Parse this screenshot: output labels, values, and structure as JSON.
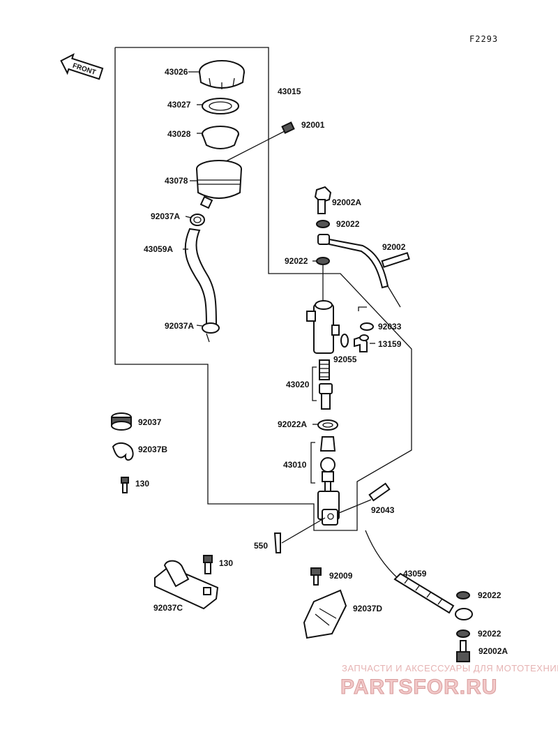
{
  "diagram_code": "F2293",
  "front_arrow": "FRONT",
  "labels": {
    "p43026": "43026",
    "p43015": "43015",
    "p43027": "43027",
    "p43028": "43028",
    "p92001": "92001",
    "p43078": "43078",
    "p92037A_top": "92037A",
    "p43059A": "43059A",
    "p92037A_bot": "92037A",
    "p92002A_top": "92002A",
    "p92022_a": "92022",
    "p92002": "92002",
    "p92022_b": "92022",
    "p92033": "92033",
    "p13159": "13159",
    "p92055": "92055",
    "p43020": "43020",
    "p92022A": "92022A",
    "p43010": "43010",
    "p92037": "92037",
    "p92037B": "92037B",
    "p130_a": "130",
    "p92043": "92043",
    "p550": "550",
    "p130_b": "130",
    "p92009": "92009",
    "p92037C": "92037C",
    "p92037D": "92037D",
    "p43059": "43059",
    "p92022_c": "92022",
    "p92022_d": "92022",
    "p92002A_bot": "92002A"
  },
  "watermark": {
    "line1": "ЗАПЧАСТИ И АКСЕССУАРЫ ДЛЯ МОТОТЕХНИКИ",
    "line2": "PARTSFOR.RU"
  }
}
